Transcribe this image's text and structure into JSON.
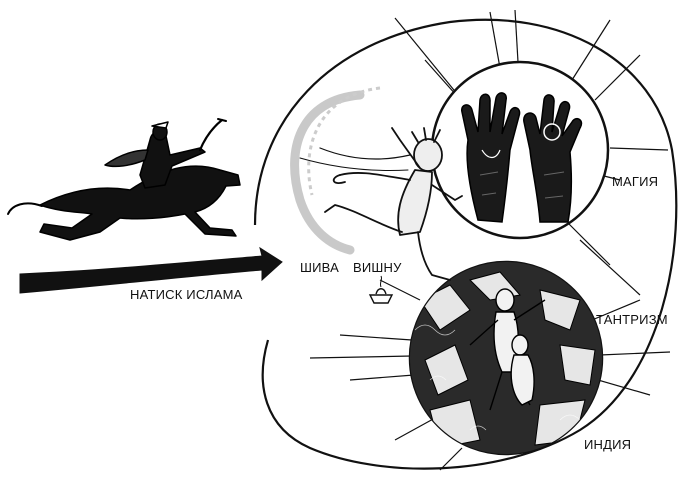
{
  "labels": {
    "islam": "НАТИСК ИСЛАМА",
    "shiva": "ШИВА",
    "vishnu": "ВИШНУ",
    "magic": "МАГИЯ",
    "tantrism": "ТАНТРИЗМ",
    "india": "ИНДИЯ"
  },
  "colors": {
    "ink": "#111111",
    "paper": "#ffffff",
    "figure_fill": "#eeeeee",
    "halo": "#bbbbbb"
  },
  "icons": {
    "rider": "horse-rider-icon",
    "hands": "raised-hands-icon",
    "dancer": "dancing-figure-icon",
    "lamp": "oil-lamp-icon"
  }
}
